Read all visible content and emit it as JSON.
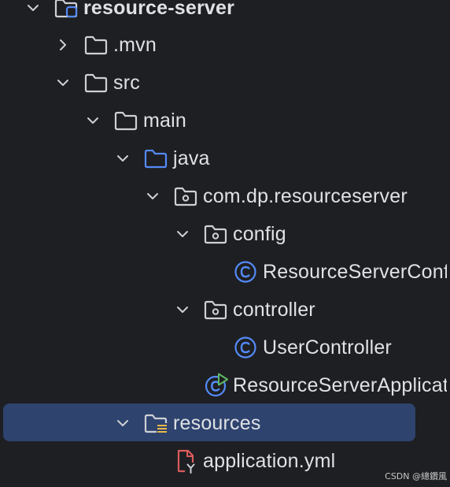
{
  "tree": {
    "root": {
      "label": "resource-server",
      "expanded": true,
      "icon": "module-folder-icon"
    },
    "mvn": {
      "label": ".mvn",
      "expanded": false,
      "icon": "folder-icon"
    },
    "src": {
      "label": "src",
      "expanded": true,
      "icon": "folder-icon"
    },
    "main": {
      "label": "main",
      "expanded": true,
      "icon": "folder-icon"
    },
    "java": {
      "label": "java",
      "expanded": true,
      "icon": "source-root-folder-icon"
    },
    "package": {
      "label": "com.dp.resourceserver",
      "expanded": true,
      "icon": "package-icon"
    },
    "config": {
      "label": "config",
      "expanded": true,
      "icon": "package-icon"
    },
    "config_class": {
      "label": "ResourceServerConfig",
      "icon": "class-icon"
    },
    "controller": {
      "label": "controller",
      "expanded": true,
      "icon": "package-icon"
    },
    "controller_class": {
      "label": "UserController",
      "icon": "class-icon"
    },
    "app_class": {
      "label": "ResourceServerApplication",
      "icon": "runnable-class-icon"
    },
    "resources": {
      "label": "resources",
      "expanded": true,
      "selected": true,
      "icon": "resources-folder-icon"
    },
    "application_yml": {
      "label": "application.yml",
      "icon": "yaml-file-icon"
    }
  },
  "colors": {
    "background": "#1e1f22",
    "selection": "#2e436e",
    "text": "#dfe1e5",
    "icon_gray": "#ced0d6",
    "accent_blue": "#548af7",
    "yaml_red": "#db5c5c",
    "run_green": "#5fb865"
  },
  "watermark": "CSDN @總鑽風"
}
